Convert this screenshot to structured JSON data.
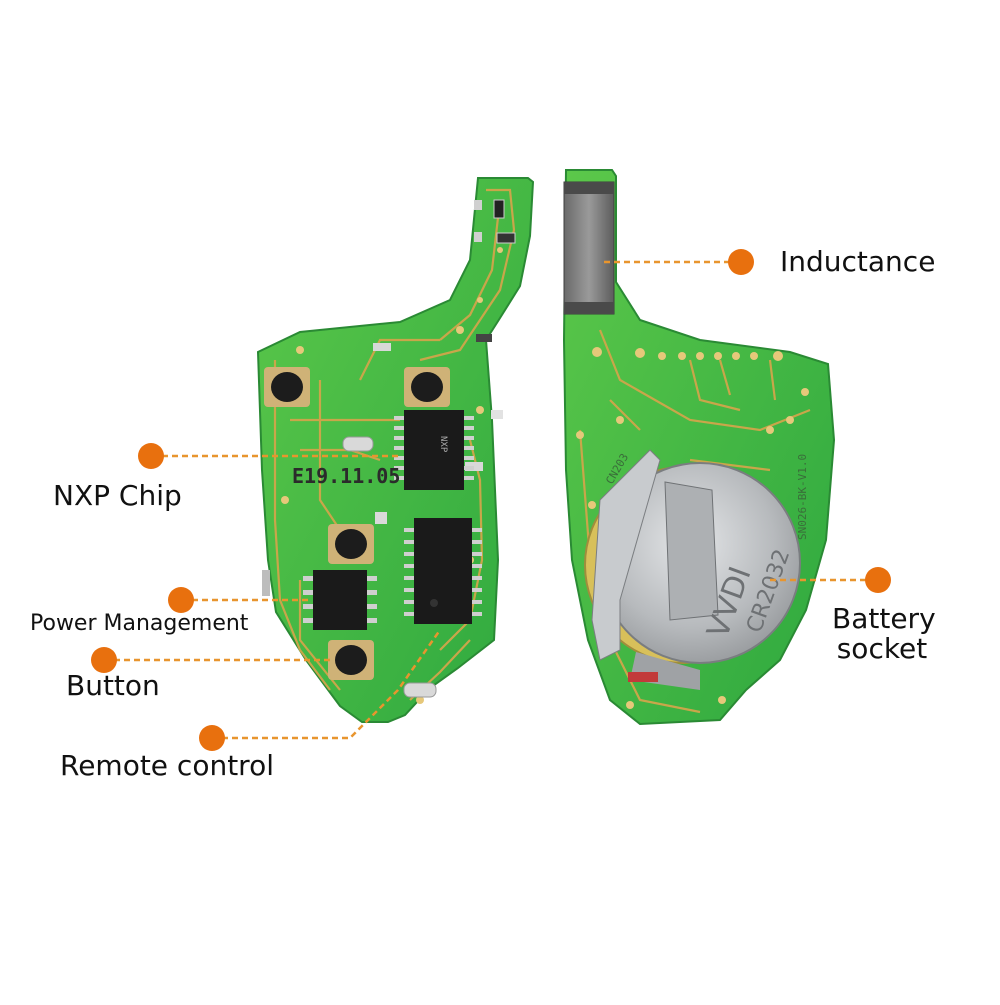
{
  "callouts": {
    "inductance": "Inductance",
    "nxp_chip": "NXP Chip",
    "power_management": "Power Management",
    "button": "Button",
    "remote_control": "Remote control",
    "battery_socket": "Battery socket"
  },
  "board_markings": {
    "date_code": "E19.11.05",
    "nxp_chip_text": "NXP",
    "battery_text_1": "VVDI",
    "battery_text_2": "CR2032",
    "connector_text": "CN203",
    "board_id": "SN026-BK-V1.0"
  },
  "colors": {
    "pcb_green": "#35b54a",
    "pcb_light": "#7fd96b",
    "trace_gold": "#c9a64a",
    "accent_orange": "#e8700e",
    "chip_black": "#1a1a1a",
    "metal": "#b9bcbf"
  }
}
